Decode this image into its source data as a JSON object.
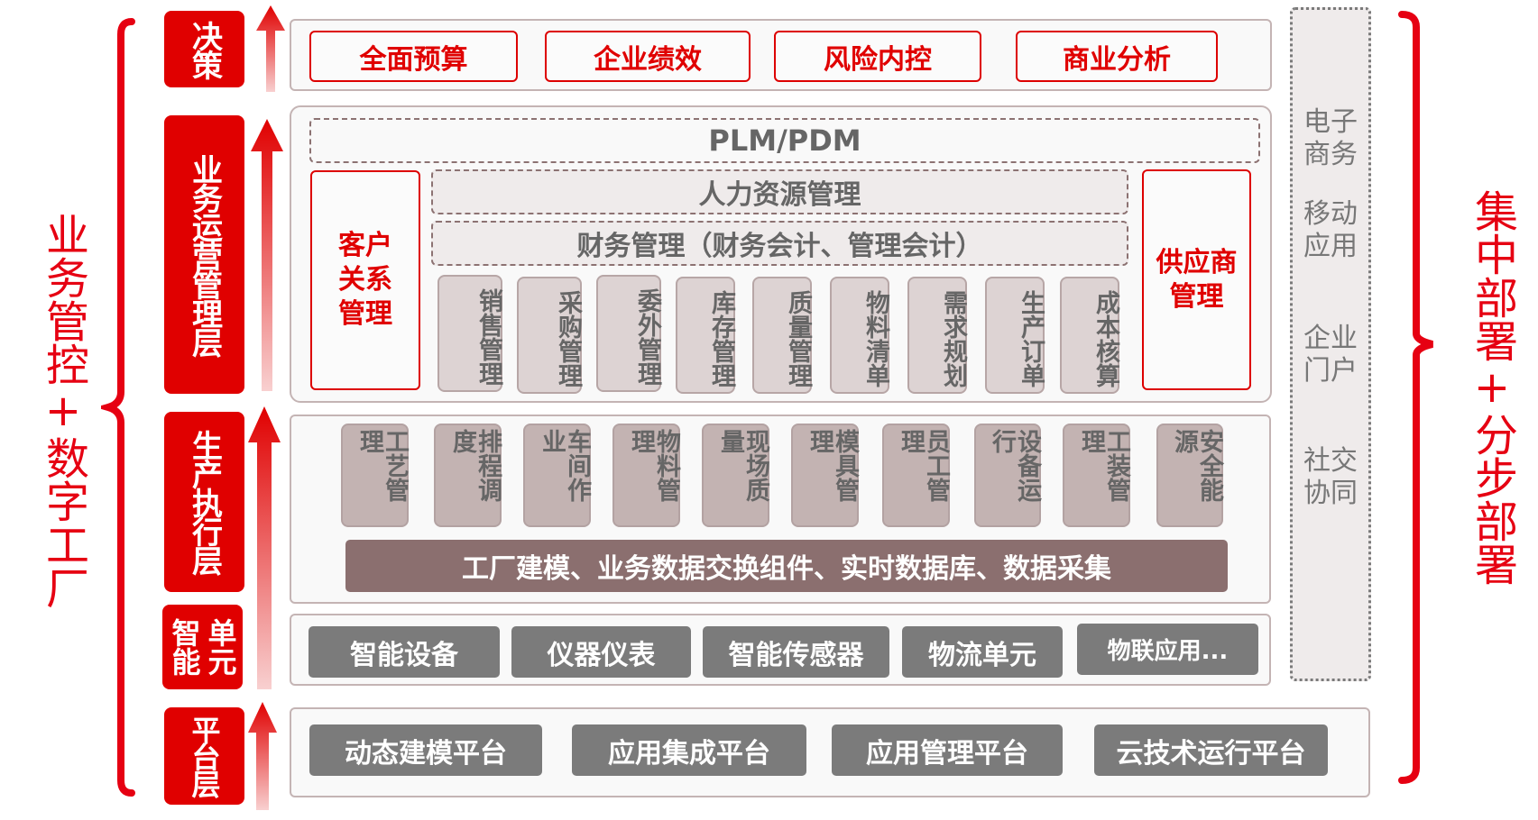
{
  "side_titles": {
    "left": "业务管控+数字工厂",
    "right": "集中部署+分步部署"
  },
  "layers": {
    "decision": {
      "label": "决策",
      "items": [
        "全面预算",
        "企业绩效",
        "风险内控",
        "商业分析"
      ]
    },
    "business": {
      "label": "业务运营管理层",
      "plm": "PLM/PDM",
      "hr": "人力资源管理",
      "finance": "财务管理（财务会计、管理会计）",
      "crm": "客户关系管理",
      "supplier": "供应商管理",
      "modules": [
        "销售管理",
        "采购管理",
        "委外管理",
        "库存管理",
        "质量管理",
        "物料清单",
        "需求规划",
        "生产订单",
        "成本核算"
      ]
    },
    "production": {
      "label": "生产执行层",
      "modules": [
        "工艺管理",
        "排程调度",
        "车间作业",
        "物料管理",
        "现场质量",
        "模具管理",
        "员工管理",
        "设备运行",
        "工装管理",
        "安全能源"
      ],
      "foundation": "工厂建模、业务数据交换组件、实时数据库、数据采集"
    },
    "smart_unit": {
      "label_col1": "智能",
      "label_col2": "单元",
      "items": [
        "智能设备",
        "仪器仪表",
        "智能传感器",
        "物流单元",
        "物联应用..."
      ]
    },
    "platform": {
      "label": "平台层",
      "items": [
        "动态建模平台",
        "应用集成平台",
        "应用管理平台",
        "云技术运行平台"
      ]
    }
  },
  "side_panel": {
    "items": [
      "电子商务",
      "移动应用",
      "企业门户",
      "社交协同"
    ]
  },
  "colors": {
    "accent_red": "#e00000",
    "bracket_red": "#e60012",
    "dark_bar": "#8b6f6f",
    "gray_button": "#7b7b7b"
  }
}
